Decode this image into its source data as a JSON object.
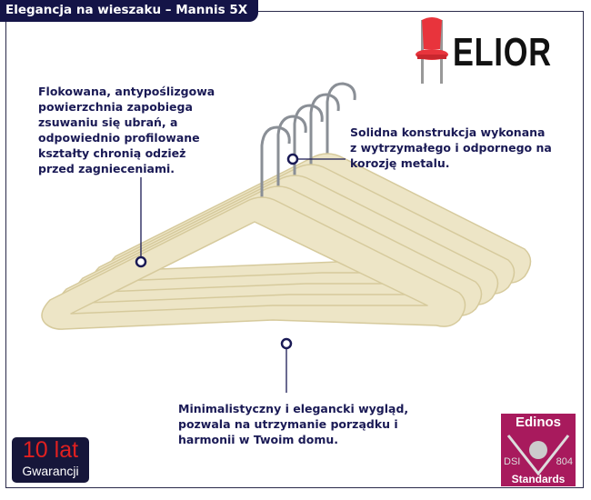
{
  "title": "Elegancja na wieszaku – Mannis 5X",
  "brand": {
    "name": "ELIOR",
    "accent": "#e8343c"
  },
  "callouts": {
    "left": "Flokowana, antypoślizgowa\npowierzchnia zapobiega\nzsuwaniu się ubrań, a\nodpowiednio profilowane\nkształty chronią odzież\nprzed zagnieceniami.",
    "right": "Solidna konstrukcja wykonana\nz wytrzymałego i odpornego na\nkorozję metalu.",
    "bottom": "Minimalistyczny i elegancki wygląd,\npozwala na utrzymanie porządku i\nharmonii w Twoim domu."
  },
  "warranty": {
    "big": "10 lat",
    "small": "Gwarancji"
  },
  "certificate": {
    "name": "Edinos",
    "left": "DSI",
    "right": "804",
    "bottom": "Standards",
    "color": "#a81a5d"
  }
}
